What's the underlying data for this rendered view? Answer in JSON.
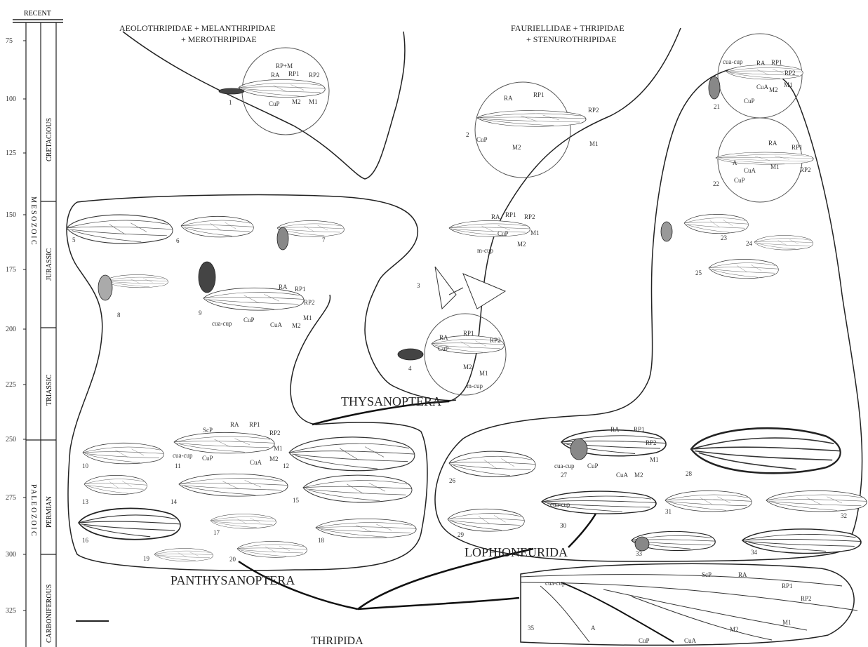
{
  "timescale": {
    "header": "RECENT",
    "ticks": [
      "75",
      "100",
      "125",
      "150",
      "175",
      "200",
      "225",
      "250",
      "275",
      "300",
      "325"
    ],
    "eras": [
      {
        "name": "M E S O Z O I C",
        "periods": [
          "CRETACIOUS",
          "JURASSIC",
          "TRIASSIC"
        ]
      },
      {
        "name": "P A L E O Z O I C",
        "periods": [
          "PERMIAN",
          "CARBONIFEROUS"
        ]
      }
    ]
  },
  "groups": {
    "top_left": [
      "AEOLOTHRIPIDAE + MELANTHRIPIDAE",
      "+ MEROTHRIPIDAE"
    ],
    "top_right": [
      "FAURIELLIDAE + THRIPIDAE",
      "+ STENUROTHRIPIDAE"
    ],
    "thysanoptera": "THYSANOPTERA",
    "panthysanoptera": "PANTHYSANOPTERA",
    "lophioneurida": "LOPHIONEURIDA",
    "thripida": "THRIPIDA"
  },
  "vein_labels": [
    "RP+M",
    "RA",
    "RP1",
    "RP2",
    "M1",
    "M2",
    "CuP",
    "CuA",
    "ScP",
    "A",
    "cua-cup",
    "m-cup"
  ],
  "specimens": [
    "1",
    "2",
    "3",
    "4",
    "5",
    "6",
    "7",
    "8",
    "9",
    "10",
    "11",
    "12",
    "13",
    "14",
    "15",
    "16",
    "17",
    "18",
    "19",
    "20",
    "21",
    "22",
    "23",
    "24",
    "25",
    "26",
    "27",
    "28",
    "29",
    "30",
    "31",
    "32",
    "33",
    "34",
    "35"
  ]
}
